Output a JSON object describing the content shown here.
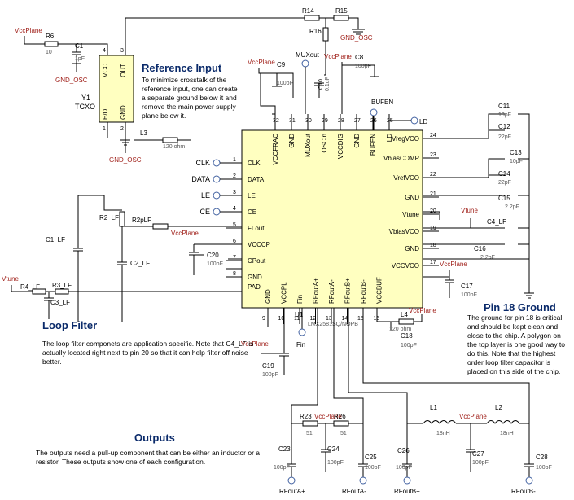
{
  "chip": {
    "ref": "U1",
    "part": "LMX2581SQ/NOPB",
    "pins_top": [
      {
        "num": "32",
        "name": "VCCFRAC"
      },
      {
        "num": "31",
        "name": "GND"
      },
      {
        "num": "30",
        "name": "MUXout"
      },
      {
        "num": "29",
        "name": "OSCin"
      },
      {
        "num": "28",
        "name": "VCCDIG"
      },
      {
        "num": "27",
        "name": "GND"
      },
      {
        "num": "26",
        "name": "BUFEN"
      },
      {
        "num": "25",
        "name": "LD"
      }
    ],
    "pins_left": [
      {
        "num": "1",
        "name": "CLK"
      },
      {
        "num": "2",
        "name": "DATA"
      },
      {
        "num": "3",
        "name": "LE"
      },
      {
        "num": "4",
        "name": "CE"
      },
      {
        "num": "5",
        "name": "FLout"
      },
      {
        "num": "6",
        "name": "VCCCP"
      },
      {
        "num": "7",
        "name": "CPout"
      },
      {
        "num": "8",
        "name": "GND"
      },
      {
        "num": "",
        "name": "PAD"
      }
    ],
    "pins_right": [
      {
        "num": "24",
        "name": "VregVCO"
      },
      {
        "num": "23",
        "name": "VbiasCOMP"
      },
      {
        "num": "22",
        "name": "VrefVCO"
      },
      {
        "num": "21",
        "name": "GND"
      },
      {
        "num": "20",
        "name": "Vtune"
      },
      {
        "num": "19",
        "name": "VbiasVCO"
      },
      {
        "num": "18",
        "name": "GND"
      },
      {
        "num": "17",
        "name": "VCCVCO"
      }
    ],
    "pins_bottom": [
      {
        "num": "9",
        "name": "GND"
      },
      {
        "num": "10",
        "name": "VCCPL"
      },
      {
        "num": "11",
        "name": "Fin"
      },
      {
        "num": "12",
        "name": "RFoutA+"
      },
      {
        "num": "13",
        "name": "RFoutA-"
      },
      {
        "num": "14",
        "name": "RFoutB+"
      },
      {
        "num": "15",
        "name": "RFoutB-"
      },
      {
        "num": "16",
        "name": "VCCBUF"
      }
    ]
  },
  "labels": {
    "vccplane": "VccPlane",
    "gnd_osc": "GND_OSC",
    "vtune": "Vtune",
    "fin": "Fin",
    "muxout": "MUXout",
    "bufen": "BUFEN",
    "ld": "LD",
    "clk": "CLK",
    "data": "DATA",
    "le": "LE",
    "ce": "CE",
    "rfouta_p": "RFoutA+",
    "rfouta_m": "RFoutA-",
    "rfoutb_p": "RFoutB+",
    "rfoutb_m": "RFoutB-",
    "tcxo_ref": "Y1",
    "tcxo": "TCXO",
    "tcxo_vcc": "VCC",
    "tcxo_out": "OUT",
    "tcxo_ed": "E/D",
    "tcxo_gnd": "GND"
  },
  "components": {
    "R6": "R6",
    "R6_val": "10",
    "C1": "C1",
    "C1_val": "1pF",
    "L3": "L3",
    "L3_val": "120 ohm",
    "R14": "R14",
    "R15": "R15",
    "R16": "R16",
    "C9": "C9",
    "C9_val": "100pF",
    "C10": "C10",
    "C10_val": "0.1uF",
    "C8": "C8",
    "C8_val": "100pF",
    "C11": "C11",
    "C11_val": "10pF",
    "C12": "C12",
    "C12_val": "22pF",
    "C13": "C13",
    "C13_val": "10pF",
    "C14": "C14",
    "C14_val": "22pF",
    "C15": "C15",
    "C15_val": "2.2pF",
    "C4": "C4_LF",
    "C16": "C16",
    "C16_val": "2.2pF",
    "C17": "C17",
    "C17_val": "100pF",
    "L4": "L4",
    "L4_val": "120 ohm",
    "C18": "C18",
    "C18_val": "100pF",
    "C19": "C19",
    "C19_val": "100pF",
    "C20": "C20",
    "C20_val": "100pF",
    "R2": "R2_LF",
    "R2p": "R2pLF",
    "C1LF": "C1_LF",
    "C2LF": "C2_LF",
    "C3LF": "C3_LF",
    "R3": "R3_LF",
    "R4": "R4_LF",
    "R23": "R23",
    "R23_val": "51",
    "R26": "R26",
    "R26_val": "51",
    "C23": "C23",
    "C23_val": "100pF",
    "C24": "C24",
    "C24_val": "100pF",
    "C25": "C25",
    "C25_val": "100pF",
    "C26": "C26",
    "C26_val": "100pF",
    "C27": "C27",
    "C27_val": "100pF",
    "C28": "C28",
    "C28_val": "100pF",
    "L1": "L1",
    "L1_val": "18nH",
    "L2": "L2",
    "L2_val": "18nH"
  },
  "notes": {
    "ref_title": "Reference Input",
    "ref_body": "To minimize crosstalk of the reference input, one can create a separate ground below it and remove the main power supply plane below it.",
    "lf_title": "Loop Filter",
    "lf_body": "The loop filter componets are application specific.  Note that C4_LF is actually located right next to pin 20 so that it can help filter off noise better.",
    "pin18_title": "Pin 18 Ground",
    "pin18_body": "The ground for pin 18 is critical and should be kept clean and close to the chip.  A polygon on the top layer is one good way to do this.  Note that the highest order loop filter capacitor is placed on this side of the chip.",
    "out_title": "Outputs",
    "out_body": "The outputs need a pull-up component that can be either an inductor or a resistor.  These outputs show one of each configuration."
  },
  "colors": {
    "chip_fill": "#ffffc0",
    "heading": "#0a2a6a",
    "net_label": "#a0201a"
  }
}
